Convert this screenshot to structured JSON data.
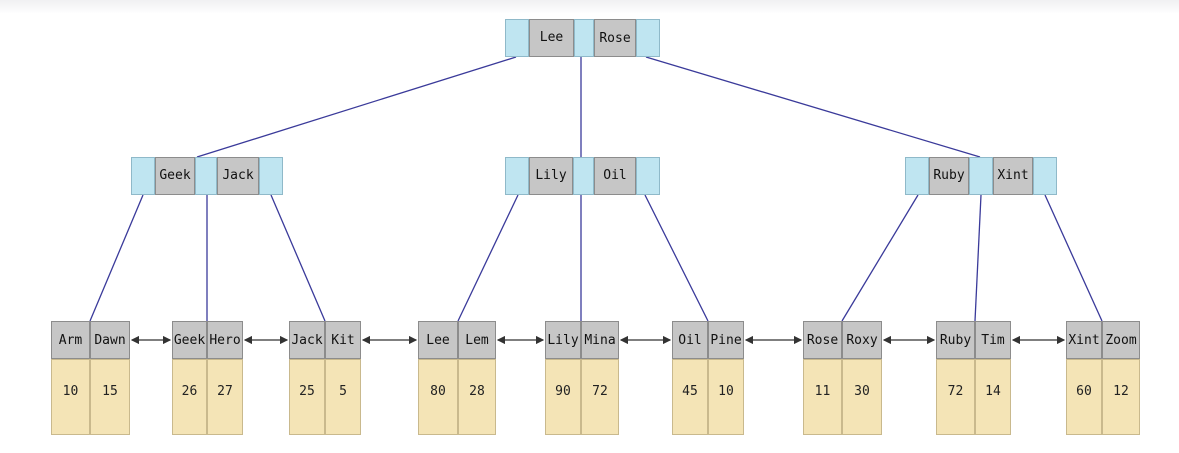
{
  "root": {
    "keys": [
      "Lee",
      "Rose"
    ]
  },
  "internal": [
    {
      "keys": [
        "Geek",
        "Jack"
      ]
    },
    {
      "keys": [
        "Lily",
        "Oil"
      ]
    },
    {
      "keys": [
        "Ruby",
        "Xint"
      ]
    }
  ],
  "leaves": [
    {
      "keys": [
        "Arm",
        "Dawn"
      ],
      "values": [
        "10",
        "15"
      ]
    },
    {
      "keys": [
        "Geek",
        "Hero"
      ],
      "values": [
        "26",
        "27"
      ]
    },
    {
      "keys": [
        "Jack",
        "Kit"
      ],
      "values": [
        "25",
        "5"
      ]
    },
    {
      "keys": [
        "Lee",
        "Lem"
      ],
      "values": [
        "80",
        "28"
      ]
    },
    {
      "keys": [
        "Lily",
        "Mina"
      ],
      "values": [
        "90",
        "72"
      ]
    },
    {
      "keys": [
        "Oil",
        "Pine"
      ],
      "values": [
        "45",
        "10"
      ]
    },
    {
      "keys": [
        "Rose",
        "Roxy"
      ],
      "values": [
        "11",
        "30"
      ]
    },
    {
      "keys": [
        "Ruby",
        "Tim"
      ],
      "values": [
        "72",
        "14"
      ]
    },
    {
      "keys": [
        "Xint",
        "Zoom"
      ],
      "values": [
        "60",
        "12"
      ]
    }
  ],
  "colors": {
    "pointer": "#bfe5f1",
    "key": "#c6c6c6",
    "value": "#f4e4b6",
    "edge": "#3a3a9a",
    "leaf_link": "#333333"
  }
}
